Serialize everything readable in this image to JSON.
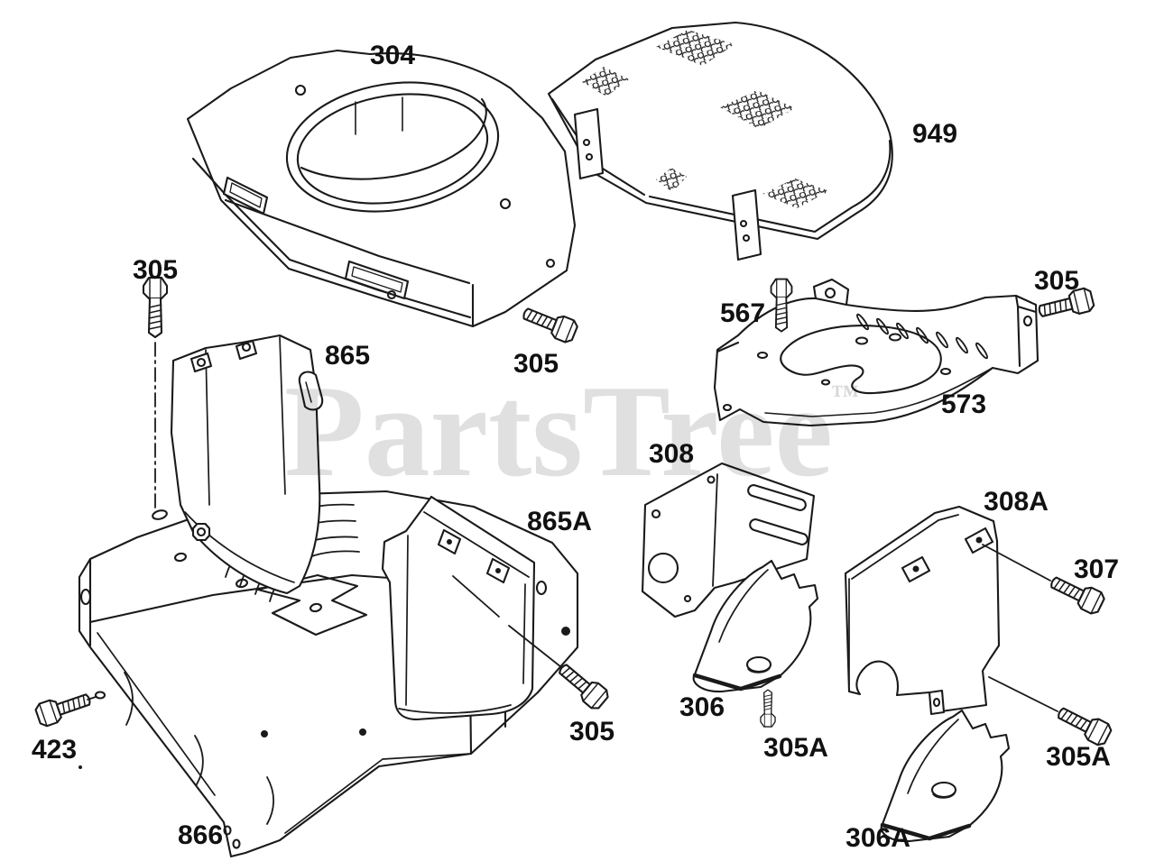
{
  "watermark": {
    "text": "PartsTree",
    "tm": "™",
    "color": "#e0e0e0",
    "tm_color": "#d8d8d8"
  },
  "callouts": [
    {
      "id": "304",
      "label": "304"
    },
    {
      "id": "949",
      "label": "949"
    },
    {
      "id": "305-left",
      "label": "305"
    },
    {
      "id": "865",
      "label": "865"
    },
    {
      "id": "305-under-304",
      "label": "305"
    },
    {
      "id": "567",
      "label": "567"
    },
    {
      "id": "305-top-right",
      "label": "305"
    },
    {
      "id": "573",
      "label": "573"
    },
    {
      "id": "308",
      "label": "308"
    },
    {
      "id": "865A",
      "label": "865A"
    },
    {
      "id": "308A",
      "label": "308A"
    },
    {
      "id": "307",
      "label": "307"
    },
    {
      "id": "306",
      "label": "306"
    },
    {
      "id": "305A-middle",
      "label": "305A"
    },
    {
      "id": "305-under-865A",
      "label": "305"
    },
    {
      "id": "423",
      "label": "423"
    },
    {
      "id": "866",
      "label": "866"
    },
    {
      "id": "305A-bottom-right",
      "label": "305A"
    },
    {
      "id": "306A",
      "label": "306A"
    }
  ]
}
